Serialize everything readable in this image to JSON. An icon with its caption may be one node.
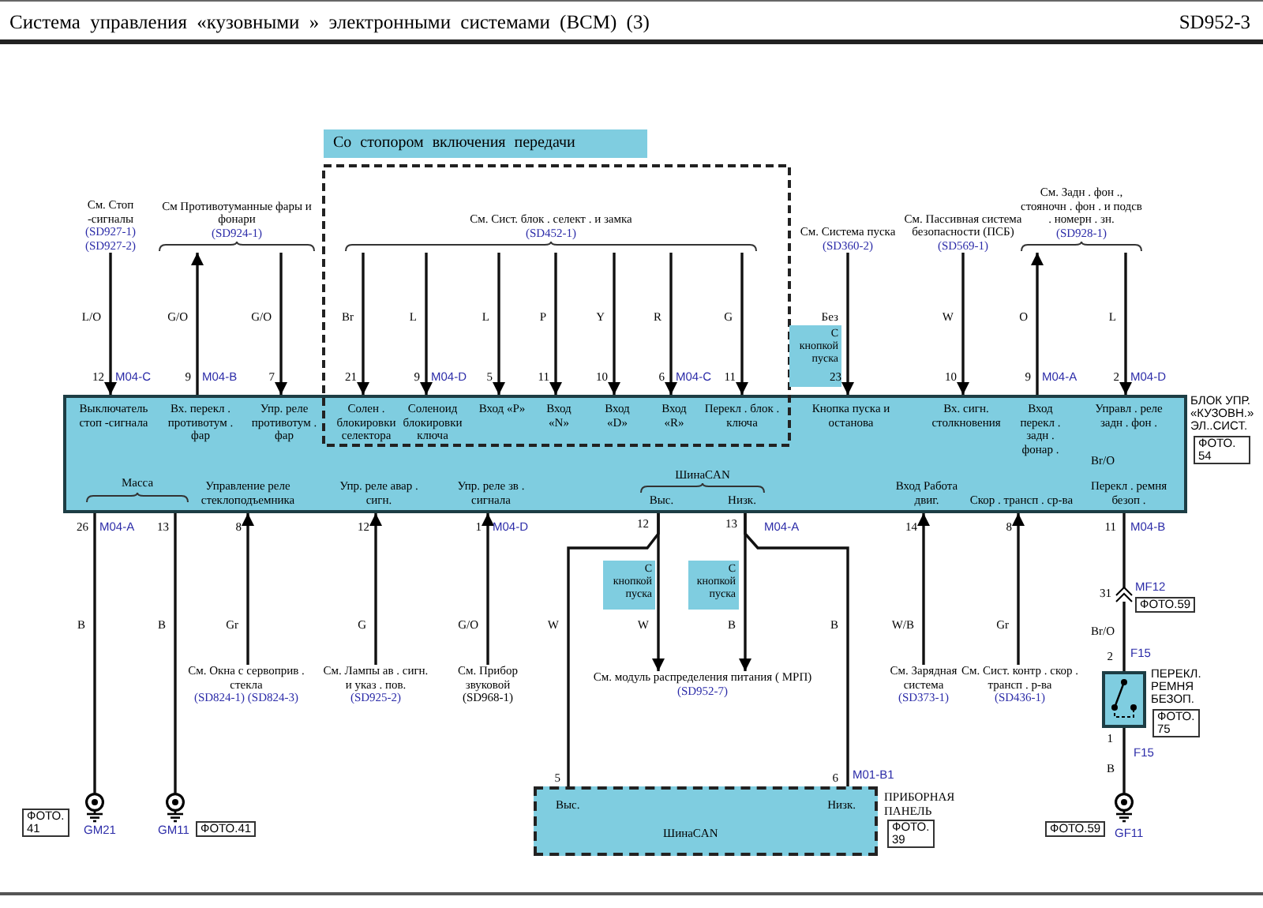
{
  "diagram": {
    "title": "Система управления «кузовными » электронными системами (BCM) (3)",
    "nodes": [
      {
        "text": [
          "Выключатель стоп -сигнала",
          "Вх. перекл . противотум . фар",
          "Упр. реле противотум . фар",
          "Солен . блокировки селектора",
          "Соленоид блокировки ключа",
          "Вход «P»",
          "Вход «N»",
          "Вход «D»",
          "Вход «R»",
          "Перекл . блок . ключа",
          "Кнопка пуска и останова",
          "Вх. сигн. столкновения",
          "Вход перекл . задн . фонар .",
          "Управл . реле задн . фон .",
          "Масса",
          "Управление реле стеклоподъемника",
          "Упр. реле авар . сигн.",
          "Упр. реле зв . сигнала",
          "ШинаCAN",
          "Выс.",
          "Низк.",
          "Вход Работа двиг.",
          "Скор . трансп . ср-ва",
          "Перекл . ремня безоп .",
          "БЛОК УПР. «КУЗОВН.» ЭЛ..СИСТ."
        ],
        "beside": [
          "ФОТО. 54"
        ]
      },
      {
        "text": [
          "Со стопором включения передачи"
        ]
      },
      {
        "text": [
          "См. Стоп -сигналы",
          "(SD927-1) (SD927-2)"
        ]
      },
      {
        "text": [
          "См Противотуманные фары и фонари",
          "(SD924-1)"
        ]
      },
      {
        "text": [
          "См. Сист. блок . селект . и замка",
          "(SD452-1)"
        ]
      },
      {
        "text": [
          "См. Система пуска",
          "(SD360-2)"
        ]
      },
      {
        "text": [
          "См. Пассивная система безопасности (ПСБ)",
          "(SD569-1)"
        ]
      },
      {
        "text": [
          "См. Задн . фон ., стояночн . фон . и подсв . номерн . зн.",
          "(SD928-1)"
        ]
      },
      {
        "text": [
          "См. Окна с сервоприв . стекла",
          "(SD824-1) (SD824-3)"
        ]
      },
      {
        "text": [
          "См. Лампы ав . сигн. и указ . пов.",
          "(SD925-2)"
        ]
      },
      {
        "text": [
          "См. Прибор звуковой (SD968-1)"
        ]
      },
      {
        "text": [
          "См. модуль распределения питания ( МРП)",
          "(SD952-7)"
        ]
      },
      {
        "text": [
          "См. Зарядная система",
          "(SD373-1)"
        ]
      },
      {
        "text": [
          "См. Сист. контр . скор . трансп . р-ва",
          "(SD436-1)"
        ]
      },
      {
        "text": [],
        "shape": "circle",
        "beside": [
          "GM21",
          "ФОТО. 41"
        ]
      },
      {
        "text": [],
        "shape": "circle",
        "beside": [
          "GM11",
          "ФОТО.41"
        ]
      },
      {
        "text": [
          "Выс.",
          "Низк.",
          "ШинаCAN"
        ],
        "beside": [
          "ПРИБОРНАЯ ПАНЕЛЬ",
          "ФОТО. 39"
        ]
      },
      {
        "text": [
          "ПЕРЕКЛ. РЕМНЯ БЕЗОП."
        ],
        "beside": [
          "ФОТО. 75"
        ]
      },
      {
        "text": [],
        "shape": "circle",
        "beside": [
          "GF11",
          "ФОТО.59"
        ]
      },
      {
        "text": [
          "С кнопкой пуска"
        ]
      },
      {
        "text": [
          "С кнопкой пуска"
        ]
      },
      {
        "text": [
          "С кнопкой пуска"
        ]
      }
    ],
    "edges": [
      {
        "from": 2,
        "to": 0,
        "arrow": "to",
        "label": "L/O"
      },
      {
        "from": 0,
        "to": 3,
        "arrow": "to",
        "label": "G/O"
      },
      {
        "from": 3,
        "to": 0,
        "arrow": "to",
        "label": "G/O"
      },
      {
        "from": 4,
        "to": 0,
        "arrow": "to",
        "label": "Br"
      },
      {
        "from": 4,
        "to": 0,
        "arrow": "to",
        "label": "L"
      },
      {
        "from": 4,
        "to": 0,
        "arrow": "to",
        "label": "L"
      },
      {
        "from": 4,
        "to": 0,
        "arrow": "to",
        "label": "P"
      },
      {
        "from": 4,
        "to": 0,
        "arrow": "to",
        "label": "Y"
      },
      {
        "from": 4,
        "to": 0,
        "arrow": "to",
        "label": "R"
      },
      {
        "from": 4,
        "to": 0,
        "arrow": "to",
        "label": "G"
      },
      {
        "from": 5,
        "to": 0,
        "arrow": "to",
        "label": "Без"
      },
      {
        "from": 6,
        "to": 0,
        "arrow": "to",
        "label": "W"
      },
      {
        "from": 0,
        "to": 7,
        "arrow": "to",
        "label": "O"
      },
      {
        "from": 7,
        "to": 0,
        "arrow": "to",
        "label": "L"
      },
      {
        "from": 0,
        "to": 14,
        "arrow": "none",
        "label": "B"
      },
      {
        "from": 0,
        "to": 15,
        "arrow": "none",
        "label": "B"
      },
      {
        "from": 8,
        "to": 0,
        "arrow": "to",
        "label": "Gr"
      },
      {
        "from": 9,
        "to": 0,
        "arrow": "to",
        "label": "G"
      },
      {
        "from": 10,
        "to": 0,
        "arrow": "to",
        "label": "G/O"
      },
      {
        "from": 0,
        "to": 16,
        "arrow": "none",
        "label": "W"
      },
      {
        "from": 0,
        "to": 11,
        "arrow": "to",
        "label": "W"
      },
      {
        "from": 0,
        "to": 11,
        "arrow": "to",
        "label": "B"
      },
      {
        "from": 0,
        "to": 16,
        "arrow": "none",
        "label": "B"
      },
      {
        "from": 12,
        "to": 0,
        "arrow": "to",
        "label": "W/B"
      },
      {
        "from": 13,
        "to": 0,
        "arrow": "to",
        "label": "Gr"
      },
      {
        "from": 0,
        "to": 17,
        "arrow": "none",
        "label": "Br/O"
      },
      {
        "from": 17,
        "to": 18,
        "arrow": "none",
        "label": "B"
      }
    ],
    "labels": [
      "SD952-3",
      "12",
      "M04-C",
      "9",
      "M04-B",
      "7",
      "21",
      "9",
      "M04-D",
      "5",
      "11",
      "10",
      "6",
      "M04-C",
      "11",
      "23",
      "10",
      "9",
      "M04-A",
      "2",
      "M04-D",
      "26",
      "M04-A",
      "13",
      "8",
      "12",
      "1",
      "M04-D",
      "12",
      "13",
      "M04-A",
      "14",
      "8",
      "11",
      "M04-B",
      "31",
      "MF12",
      "ФОТО.59",
      "Br/O",
      "2",
      "F15",
      "1",
      "F15",
      "5",
      "6",
      "M01-B1"
    ]
  }
}
